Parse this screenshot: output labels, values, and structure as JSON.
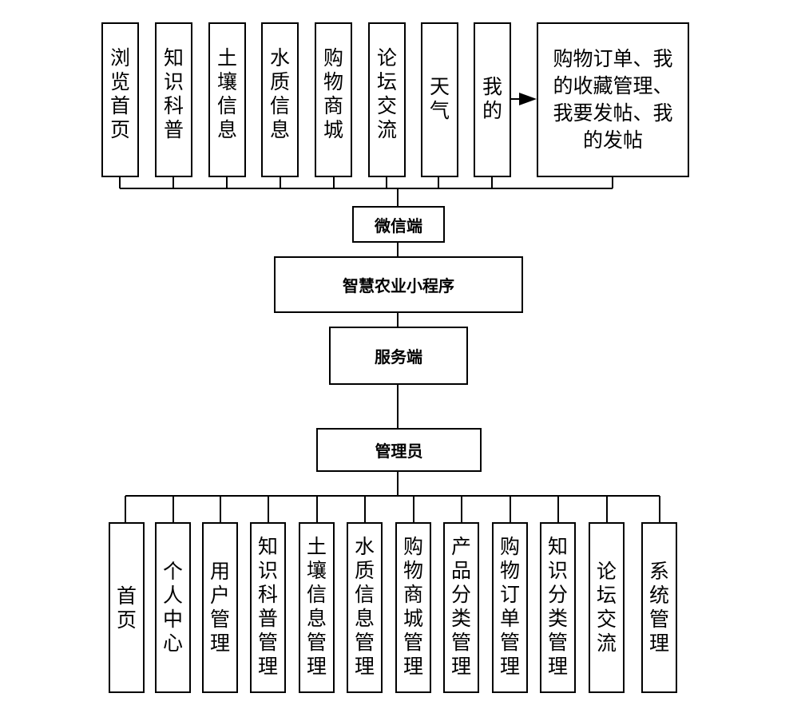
{
  "wechat_features": [
    "浏览首页",
    "知识科普",
    "土壤信息",
    "水质信息",
    "购物商城",
    "论坛交流",
    "天气",
    "我的"
  ],
  "my_detail": "购物订单、我的收藏管理、我要发帖、我的发帖",
  "wechat_client": "微信端",
  "mini_program": "智慧农业小程序",
  "server": "服务端",
  "admin": "管理员",
  "admin_features": [
    "首页",
    "个人中心",
    "用户管理",
    "知识科普管理",
    "土壤信息管理",
    "水质信息管理",
    "购物商城管理",
    "产品分类管理",
    "购物订单管理",
    "知识分类管理",
    "论坛交流",
    "系统管理"
  ]
}
